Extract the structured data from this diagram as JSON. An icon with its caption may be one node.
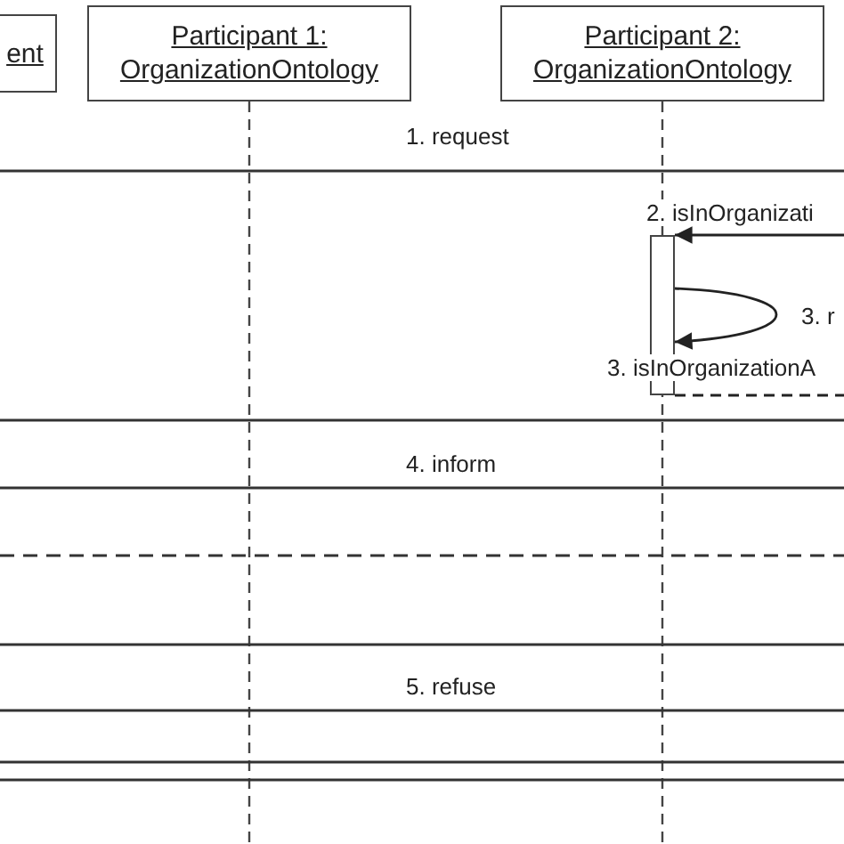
{
  "diagram": {
    "nodes": [
      {
        "text": [
          "ent"
        ]
      },
      {
        "text": [
          "Participant 1: OrganizationOntology"
        ]
      },
      {
        "text": [
          "Participant 2: OrganizationOntology"
        ]
      },
      {
        "text": [],
        "shape": "bar"
      }
    ],
    "edges": [
      {
        "from": null,
        "to": 3,
        "arrow": "to",
        "label": "2. isInOrganizati"
      },
      {
        "from": 3,
        "to": 3,
        "arrow": "to",
        "label": "3. r"
      },
      {
        "from": 3,
        "to": null,
        "arrow": "none",
        "style": "dashed",
        "label": "3. isInOrganizationA"
      }
    ],
    "labels": [
      "1. request",
      "4. inform",
      "5. refuse"
    ]
  }
}
